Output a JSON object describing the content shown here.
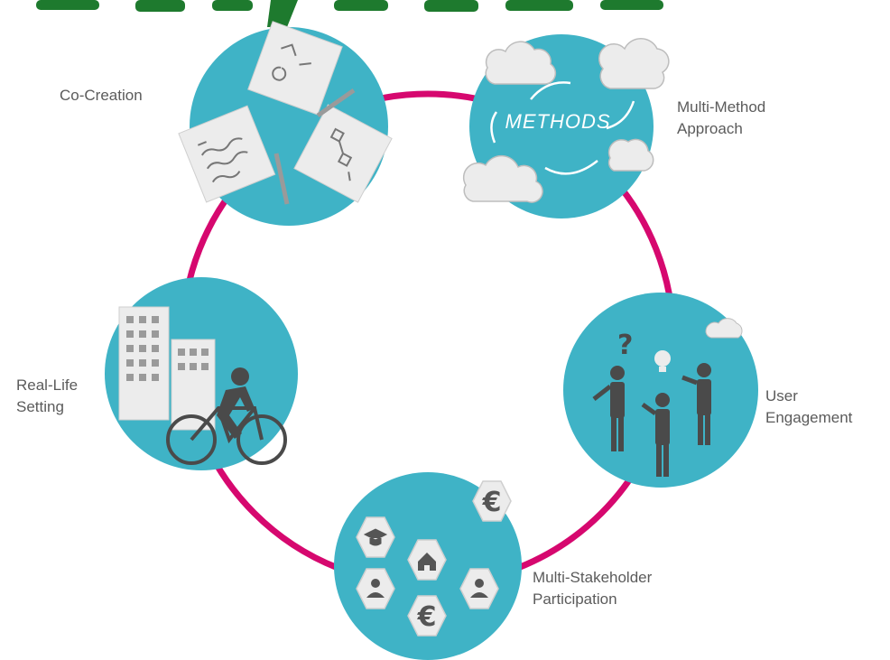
{
  "diagram": {
    "colors": {
      "ring": "#d6086f",
      "node": "#3fb3c6",
      "icon_dark": "#4a4a4a",
      "paper": "#ececec",
      "label": "#5b5b5b",
      "header_cut": "#1e7a2e"
    },
    "nodes": [
      {
        "id": "co-creation",
        "label_lines": [
          "Co-Creation"
        ],
        "icon": "sketch-papers-icon"
      },
      {
        "id": "multi-method",
        "label_lines": [
          "Multi-Method",
          "Approach"
        ],
        "icon": "methods-clouds-icon",
        "inner_text": "METHODS"
      },
      {
        "id": "user-engagement",
        "label_lines": [
          "User",
          "Engagement"
        ],
        "icon": "people-ideas-icon"
      },
      {
        "id": "multi-stakeholder",
        "label_lines": [
          "Multi-Stakeholder",
          "Participation"
        ],
        "icon": "stakeholder-hexagons-icon",
        "hex_symbols": [
          "€",
          "€"
        ]
      },
      {
        "id": "real-life",
        "label_lines": [
          "Real-Life",
          "Setting"
        ],
        "icon": "city-cyclist-icon"
      }
    ]
  }
}
